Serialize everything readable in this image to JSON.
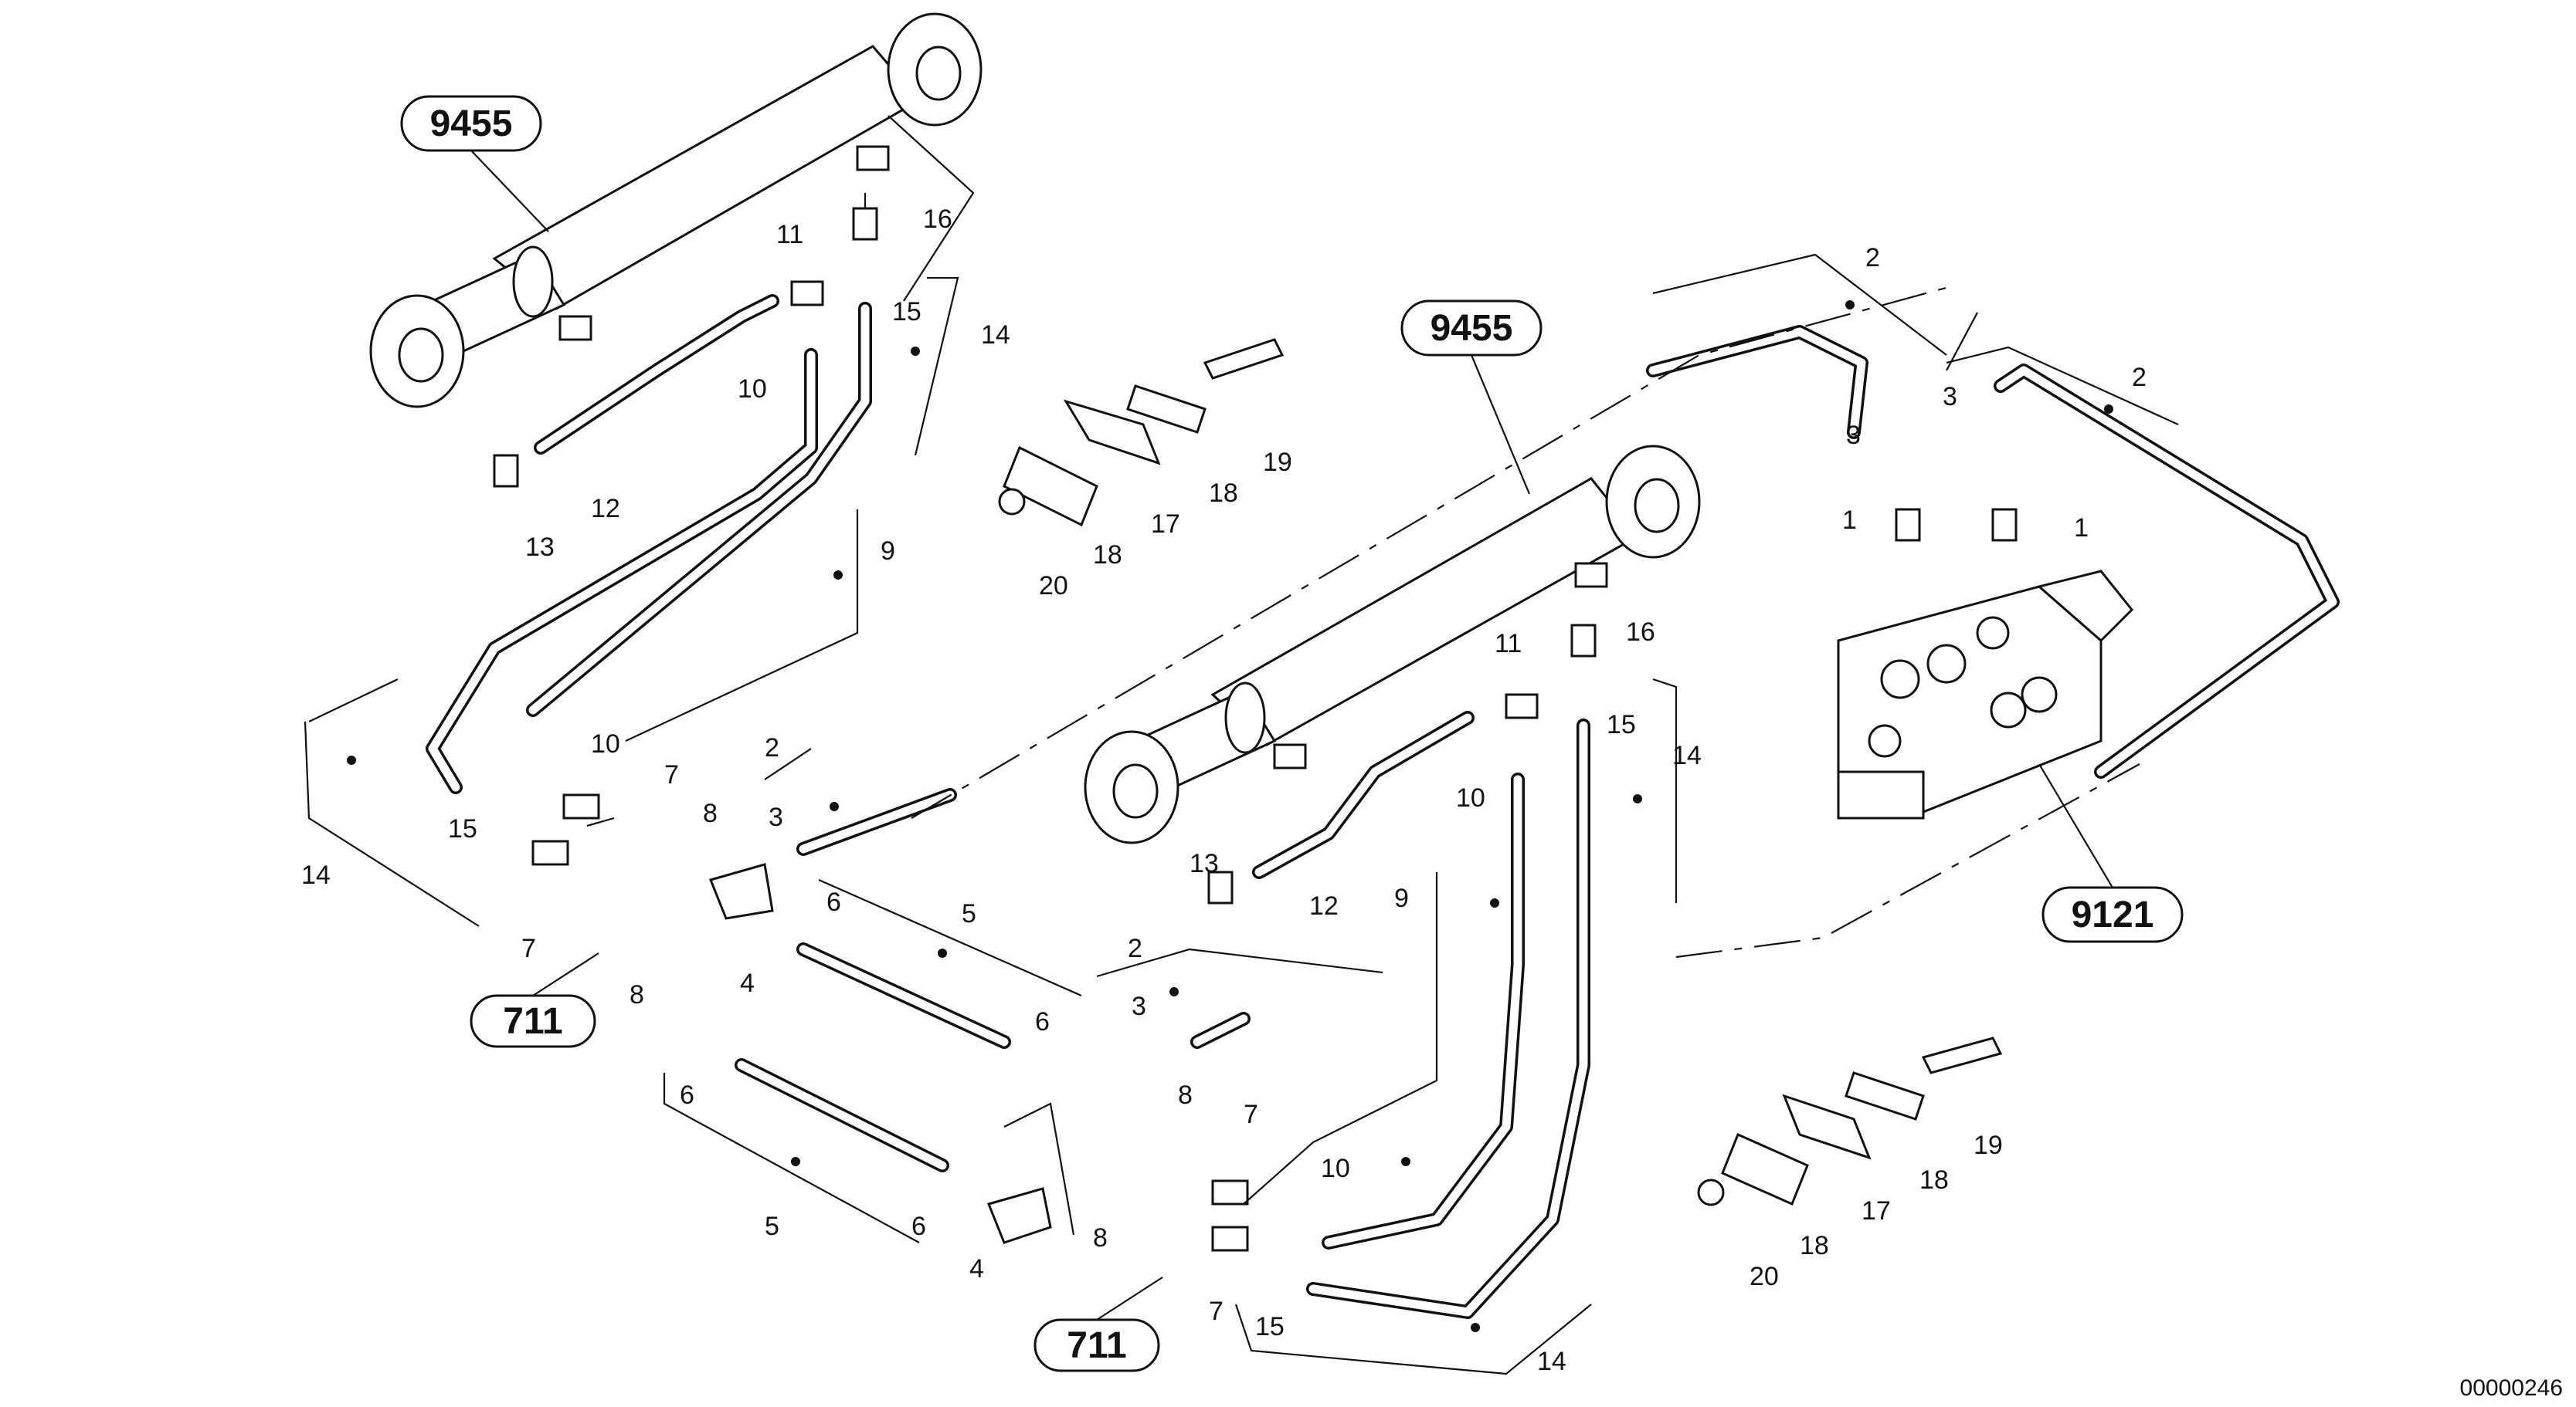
{
  "callouts": {
    "ref_9455_a": "9455",
    "ref_9455_b": "9455",
    "ref_9121": "9121",
    "ref_711_a": "711",
    "ref_711_b": "711"
  },
  "part_numbers": {
    "p1": "1",
    "p2": "2",
    "p3": "3",
    "p4": "4",
    "p5": "5",
    "p6": "6",
    "p7": "7",
    "p8": "8",
    "p9": "9",
    "p10": "10",
    "p11": "11",
    "p12": "12",
    "p13": "13",
    "p14": "14",
    "p15": "15",
    "p16": "16",
    "p17": "17",
    "p18": "18",
    "p19": "19",
    "p20": "20"
  },
  "document_id": "00000246"
}
